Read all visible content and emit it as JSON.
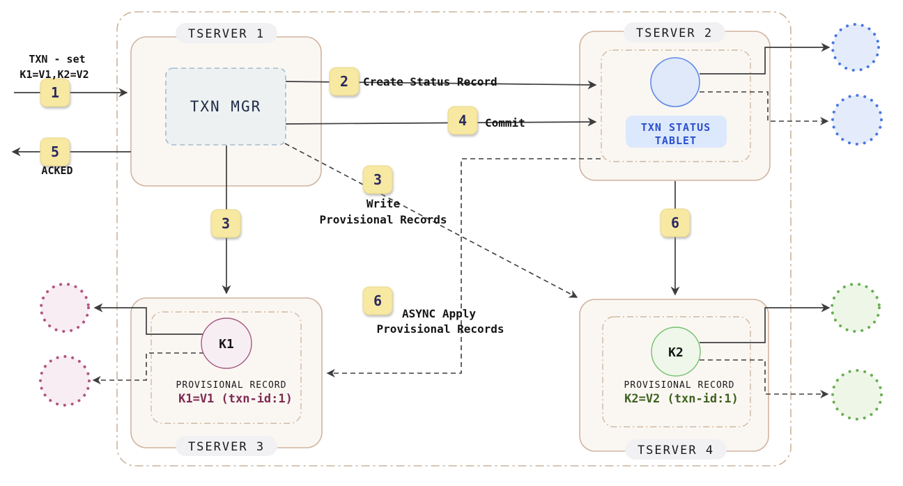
{
  "diagram": {
    "kind": "distributed-transaction-flow",
    "cluster": {
      "tserver1": {
        "title": "TSERVER 1",
        "txn_mgr_label": "TXN MGR"
      },
      "tserver2": {
        "title": "TSERVER 2",
        "tablet_label1": "TXN STATUS",
        "tablet_label2": "TABLET"
      },
      "tserver3": {
        "title": "TSERVER 3",
        "key_label": "K1",
        "record_heading": "PROVISIONAL RECORD",
        "record_value": "K1=V1 (txn-id:1)"
      },
      "tserver4": {
        "title": "TSERVER 4",
        "key_label": "K2",
        "record_heading": "PROVISIONAL RECORD",
        "record_value": "K2=V2 (txn-id:1)"
      }
    },
    "steps": {
      "s1": {
        "num": "1",
        "label1": "TXN - set",
        "label2": "K1=V1,K2=V2"
      },
      "s2": {
        "num": "2",
        "label": "Create Status Record"
      },
      "s3": {
        "num": "3",
        "label1": "Write",
        "label2": "Provisional Records"
      },
      "s4": {
        "num": "4",
        "label": "Commit"
      },
      "s5": {
        "num": "5",
        "label": "ACKED"
      },
      "s6": {
        "num": "6",
        "label1": "ASYNC Apply",
        "label2": "Provisional Records"
      }
    },
    "colors": {
      "cluster_border": "#cbb39c",
      "server_border": "#d2b49e",
      "server_fill": "#faf7f3",
      "pill_fill": "#f1f1f4",
      "badge_fill": "#f7e8a2",
      "badge_text": "#2a2960",
      "txn_mgr_fill": "#edf1f1",
      "txn_mgr_border": "#a3bccd",
      "status_tablet_bg": "#dce8fc",
      "status_tablet_text": "#2b4fcb",
      "status_circle_stroke": "#6189e8",
      "k1_circle_stroke": "#a55a81",
      "k2_circle_stroke": "#77c06f",
      "k1_value_text": "#7e2a52",
      "k2_value_text": "#3f611f",
      "replica_blue": "#4a77e0",
      "replica_pink": "#b2537f",
      "replica_green": "#69ae52",
      "arrow": "#3d3d3d"
    }
  }
}
